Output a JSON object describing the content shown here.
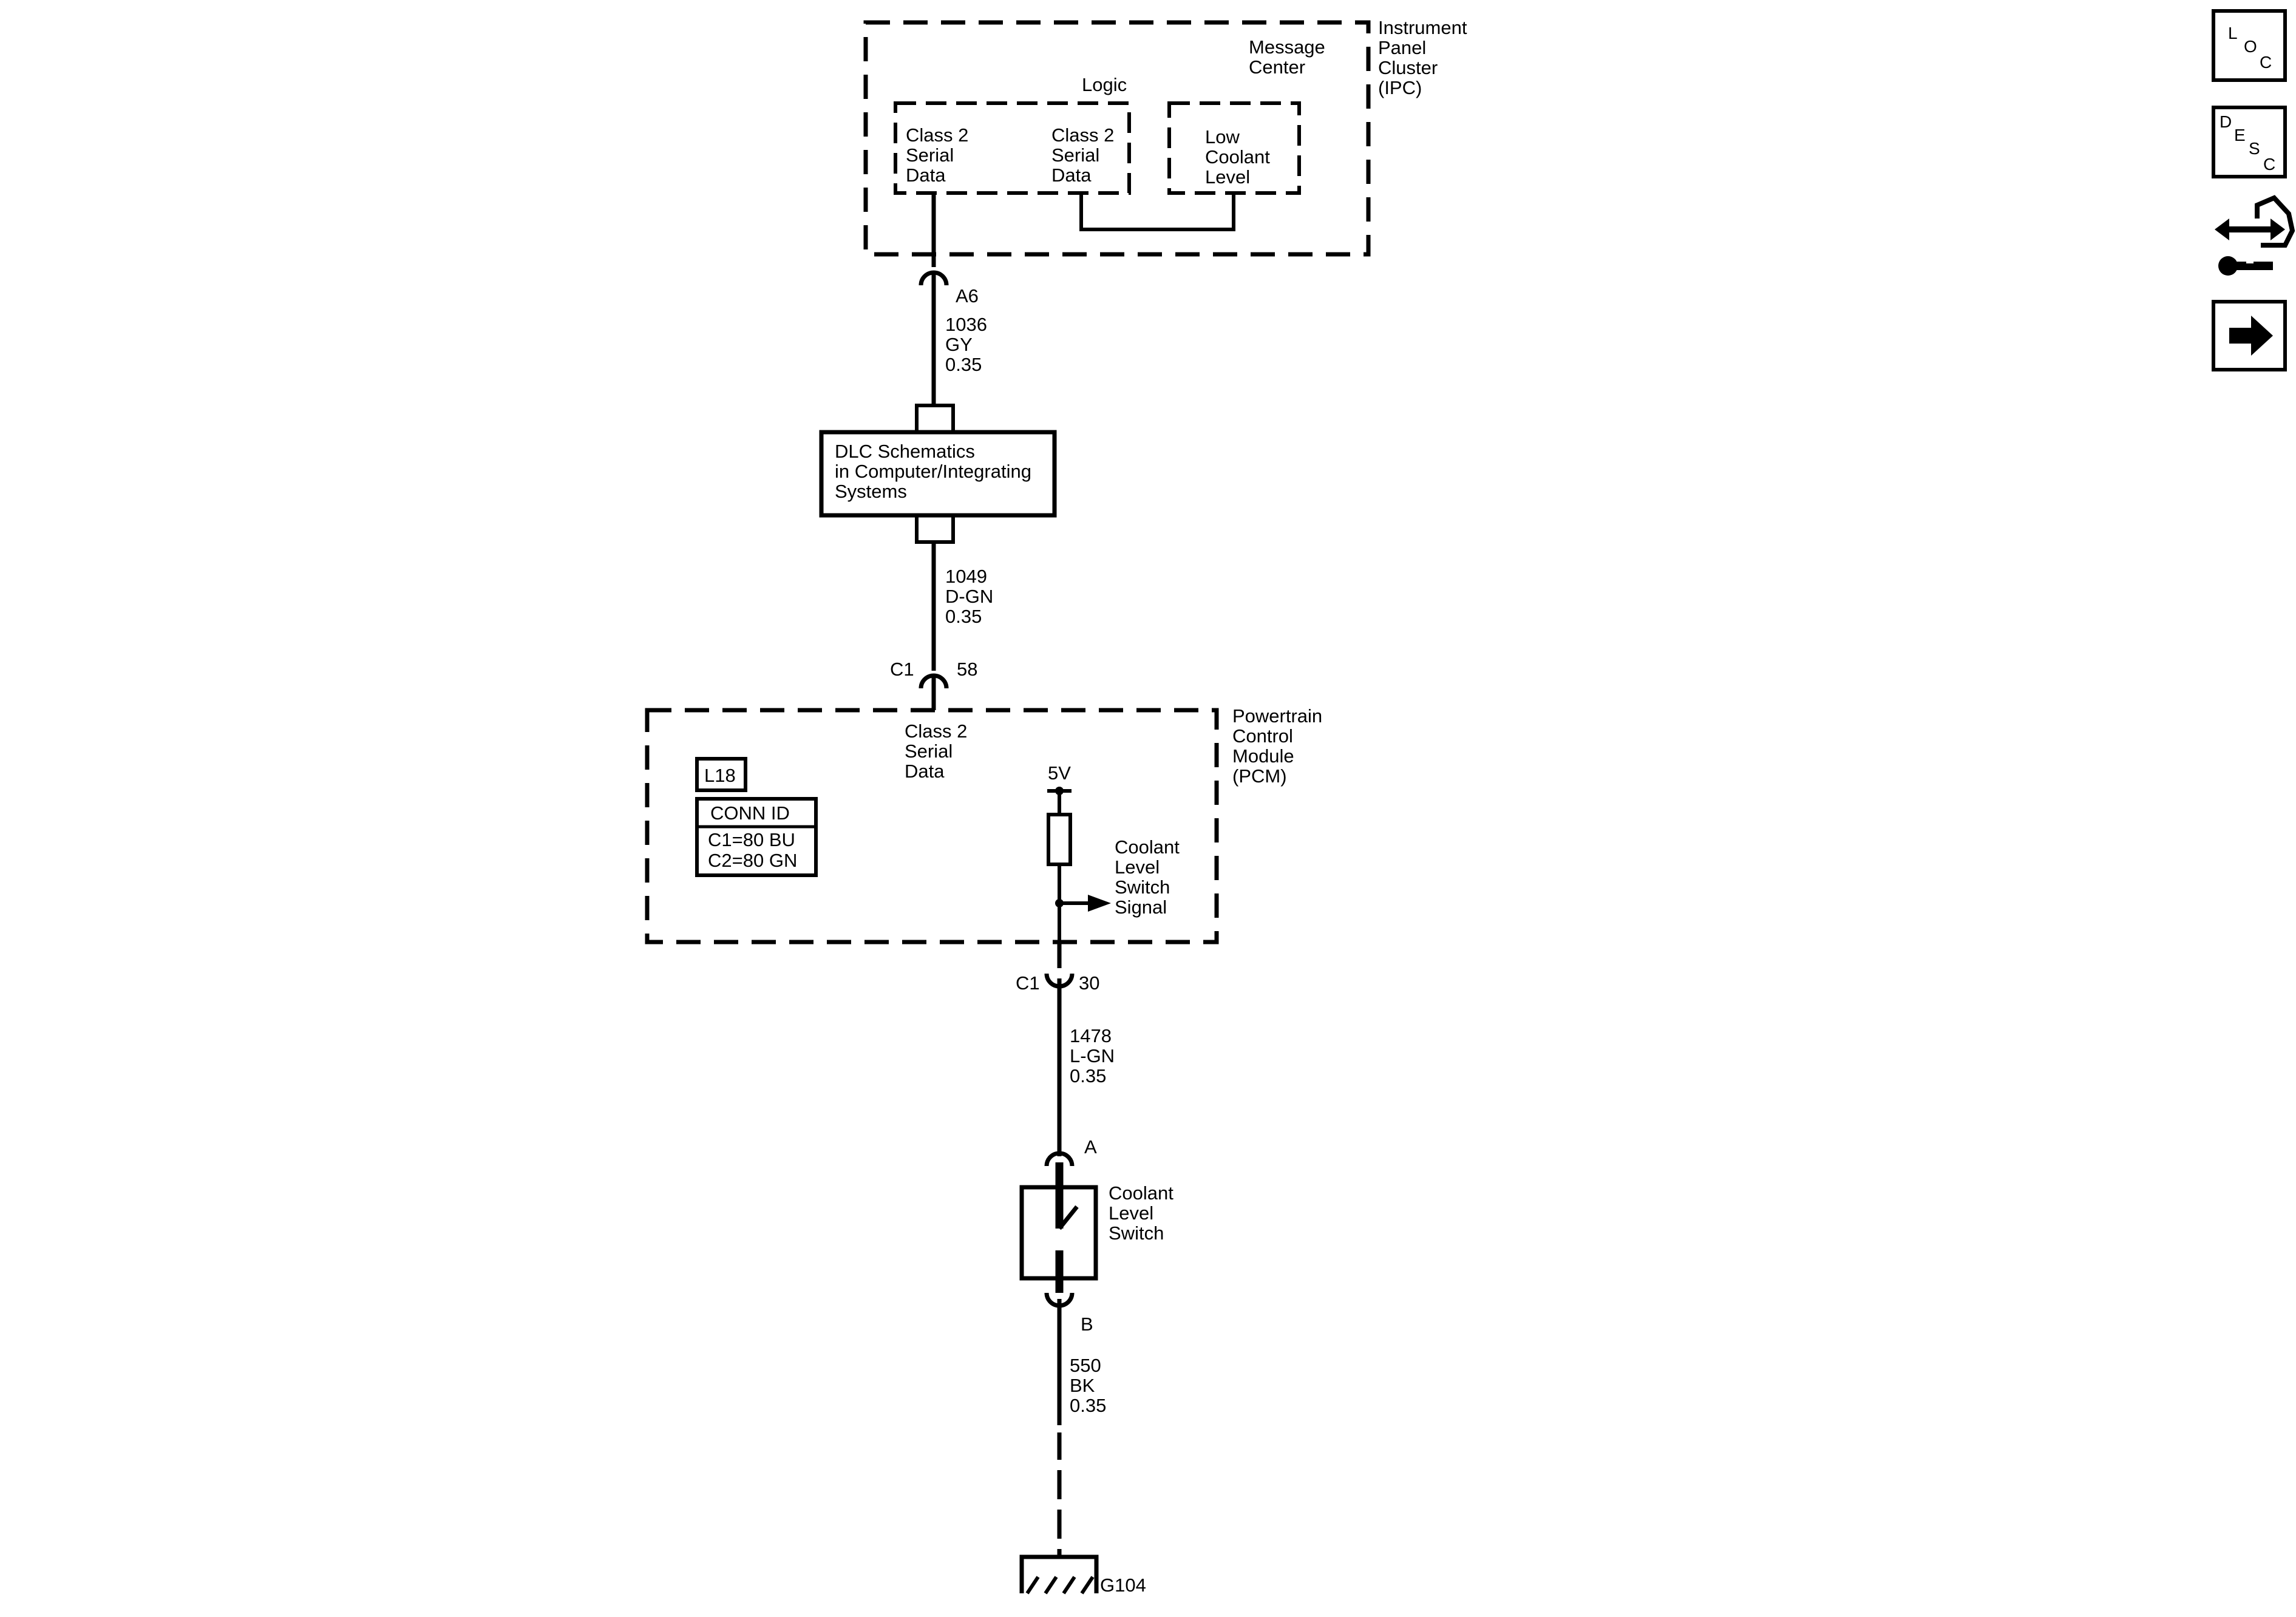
{
  "ipc": {
    "name": [
      "Instrument",
      "Panel",
      "Cluster",
      "(IPC)"
    ],
    "message_center": [
      "Message",
      "Center"
    ],
    "logic": "Logic",
    "class2_left": [
      "Class 2",
      "Serial",
      "Data"
    ],
    "class2_right": [
      "Class 2",
      "Serial",
      "Data"
    ],
    "low_coolant": [
      "Low",
      "Coolant",
      "Level"
    ],
    "pin": "A6"
  },
  "wire_1036": {
    "circuit": "1036",
    "color": "GY",
    "size": "0.35"
  },
  "dlc_box": [
    "DLC Schematics",
    "in Computer/Integrating",
    "Systems"
  ],
  "wire_1049": {
    "circuit": "1049",
    "color": "D-GN",
    "size": "0.35"
  },
  "pcm_top_connector": {
    "connector": "C1",
    "pin": "58"
  },
  "pcm": {
    "name": [
      "Powertrain",
      "Control",
      "Module",
      "(PCM)"
    ],
    "class2": [
      "Class 2",
      "Serial",
      "Data"
    ],
    "option": "L18",
    "conn_id_title": "CONN ID",
    "conn_ids": [
      "C1=80 BU",
      "C2=80 GN"
    ],
    "voltage": "5V",
    "signal": [
      "Coolant",
      "Level",
      "Switch",
      "Signal"
    ]
  },
  "pcm_bottom_connector": {
    "connector": "C1",
    "pin": "30"
  },
  "wire_1478": {
    "circuit": "1478",
    "color": "L-GN",
    "size": "0.35"
  },
  "switch": {
    "pin_top": "A",
    "name": [
      "Coolant",
      "Level",
      "Switch"
    ],
    "pin_bottom": "B"
  },
  "wire_550": {
    "circuit": "550",
    "color": "BK",
    "size": "0.35"
  },
  "ground": "G104",
  "nav": {
    "loc": [
      "L",
      "O",
      "C"
    ],
    "desc": [
      "D",
      "E",
      "S",
      "C"
    ]
  }
}
